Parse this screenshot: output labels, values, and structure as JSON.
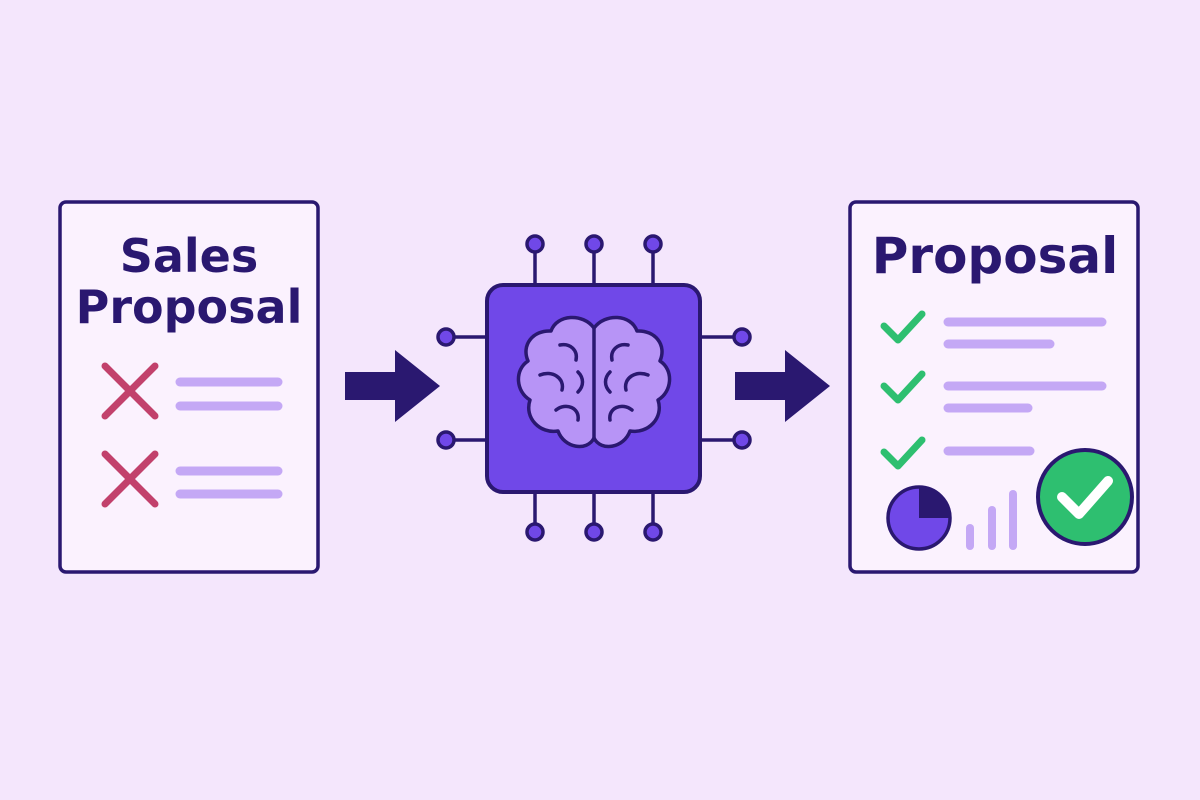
{
  "colors": {
    "background": "#f4e6fc",
    "paper": "#fbf2fe",
    "outline": "#2a1870",
    "chip": "#7048e8",
    "brain": "#b794f6",
    "text_line": "#c4a8f5",
    "cross": "#c2416c",
    "check": "#2ebf70",
    "pie_main": "#7048e8",
    "pie_slice": "#2a1870"
  },
  "input_doc": {
    "title_line_1": "Sales",
    "title_line_2": "Proposal",
    "item_icons": [
      "cross-icon",
      "cross-icon"
    ]
  },
  "processor": {
    "icon": "brain-chip-icon"
  },
  "output_doc": {
    "title": "Proposal",
    "item_icons": [
      "check-icon",
      "check-icon",
      "check-icon"
    ],
    "badge_icon": "check-circle-icon",
    "chart_icons": [
      "pie-chart-icon",
      "bar-chart-icon"
    ]
  },
  "connectors": [
    "arrow-right-icon",
    "arrow-right-icon"
  ]
}
